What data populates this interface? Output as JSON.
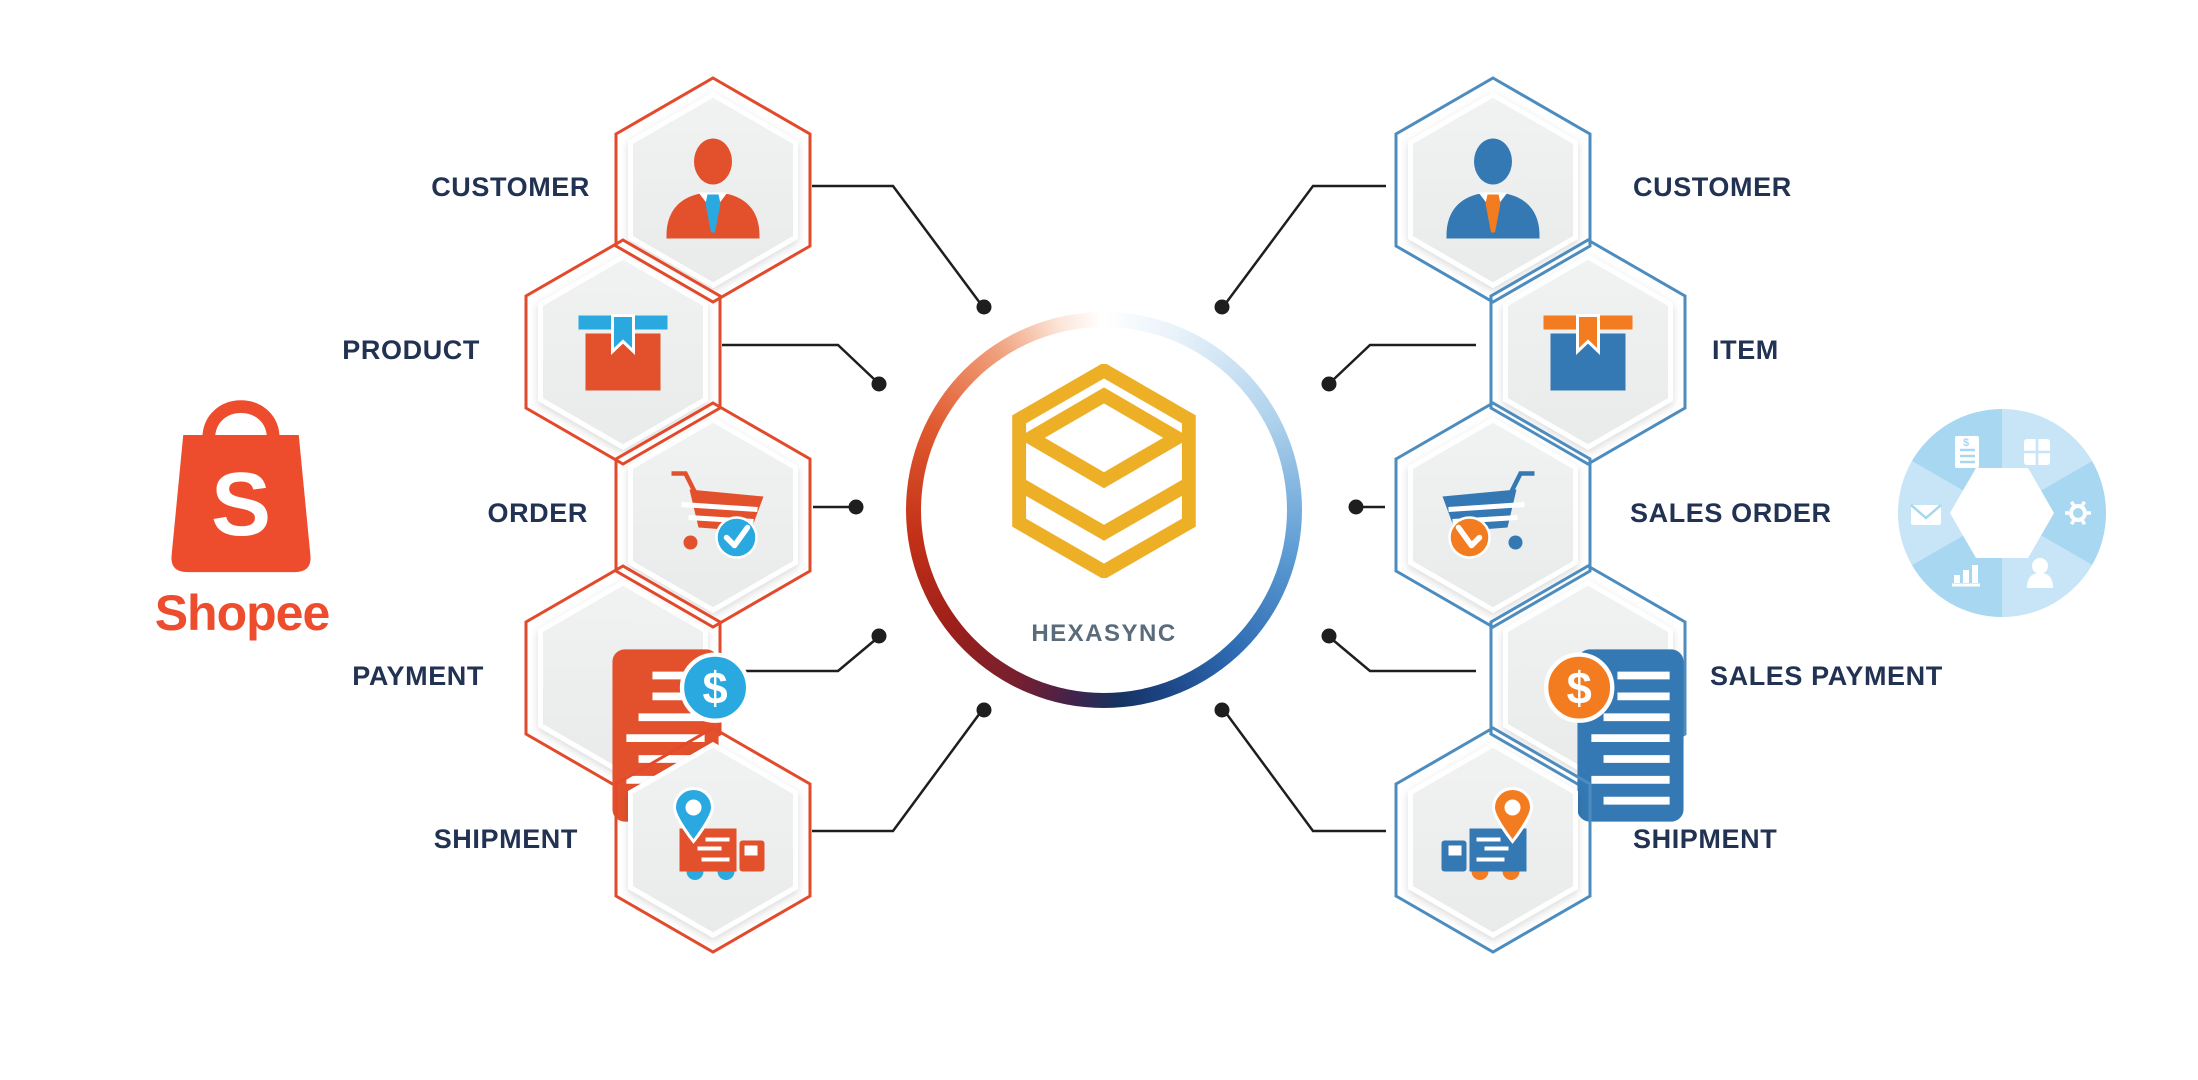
{
  "hub": {
    "label": "HEXASYNC",
    "logo_gold": "#EDAF26",
    "label_color": "#5A6B7B"
  },
  "left": {
    "platform": "Shopee",
    "platform_initial": "S",
    "brand_color": "#EE4D2D",
    "hex_outline": "#E24A2B",
    "icon_primary": "#E2512C",
    "icon_accent": "#29A9E0",
    "entities": [
      {
        "label": "CUSTOMER",
        "icon": "businessman-icon"
      },
      {
        "label": "PRODUCT",
        "icon": "package-icon"
      },
      {
        "label": "ORDER",
        "icon": "cart-check-icon"
      },
      {
        "label": "PAYMENT",
        "icon": "invoice-dollar-icon",
        "badge": "$"
      },
      {
        "label": "SHIPMENT",
        "icon": "delivery-truck-icon"
      }
    ]
  },
  "right": {
    "hex_outline": "#4C8CBE",
    "icon_primary": "#3579B4",
    "icon_accent": "#F47C20",
    "entities": [
      {
        "label": "CUSTOMER",
        "icon": "businessman-icon"
      },
      {
        "label": "ITEM",
        "icon": "package-icon"
      },
      {
        "label": "SALES ORDER",
        "icon": "cart-check-icon"
      },
      {
        "label": "SALES PAYMENT",
        "icon": "invoice-dollar-icon",
        "badge": "$"
      },
      {
        "label": "SHIPMENT",
        "icon": "delivery-truck-icon"
      }
    ]
  },
  "connectors": {
    "color": "#1E1E1E"
  },
  "labels": {
    "color": "#223253"
  },
  "watermark": {
    "icons": [
      "invoice-icon",
      "calculator-icon",
      "sync-gear-icon",
      "person-icon",
      "bar-chart-icon",
      "envelope-icon"
    ],
    "segment_colors": [
      "#A8D7F1",
      "#C7E5F7"
    ]
  }
}
